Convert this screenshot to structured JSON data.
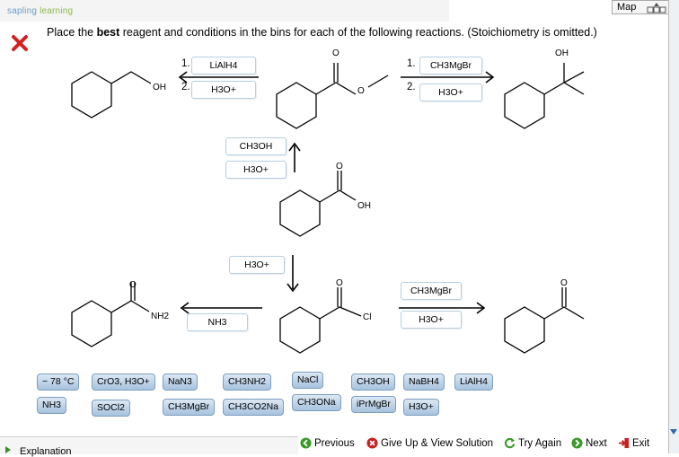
{
  "brand": {
    "part1": "sapling",
    "part2": "learning"
  },
  "map_button": "Map",
  "question": {
    "prefix": "Place the ",
    "bold": "best",
    "suffix": " reagent and conditions in the bins for each of the following reactions. (Stoichiometry is omitted.)"
  },
  "bins": {
    "r1_step1_num": "1.",
    "r1_step1": "LiAlH4",
    "r1_step2_num": "2.",
    "r1_step2": "H3O+",
    "r2_step1_num": "1.",
    "r2_step1": "CH3MgBr",
    "r2_step2_num": "2.",
    "r2_step2": "H3O+",
    "r3_a": "CH3OH",
    "r3_b": "H3O+",
    "r4": "H3O+",
    "r5": "NH3",
    "r6_a": "CH3MgBr",
    "r6_b": "H3O+"
  },
  "structure_labels": {
    "oh_left": "OH",
    "o_ester_carbonyl": "O",
    "o_ester": "O",
    "oh_tertiary": "OH",
    "o_acid_carbonyl": "O",
    "oh_acid": "OH",
    "o_amide": "O",
    "nh2": "NH2",
    "o_acyl": "O",
    "cl": "Cl",
    "o_ketone": "O"
  },
  "reagents_row1": [
    "− 78 °C",
    "CrO3, H3O+",
    "NaN3",
    "CH3NH2",
    "NaCl",
    "CH3OH",
    "NaBH4",
    "LiAlH4"
  ],
  "reagents_row2": [
    "NH3",
    "SOCl2",
    "CH3MgBr",
    "CH3CO2Na",
    "CH3ONa",
    "iPrMgBr",
    "H3O+"
  ],
  "explanation_label": "Explanation",
  "nav": {
    "previous": "Previous",
    "give_up": "Give Up & View Solution",
    "try_again": "Try Again",
    "next": "Next",
    "exit": "Exit"
  },
  "colors": {
    "reagent_tile": "#b9d0e8",
    "bin_border": "#b7cfe0",
    "incorrect": "#d42020",
    "nav_green": "#3a9a2a"
  }
}
